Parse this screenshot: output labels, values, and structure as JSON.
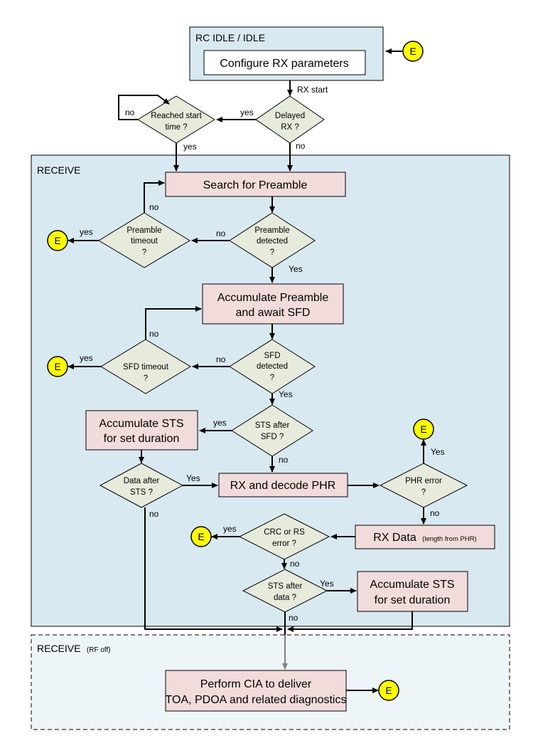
{
  "colors": {
    "receive_bg": "#d9e9f2",
    "receive_rf_bg": "#eef5f9",
    "process_fill": "#f2dcdb",
    "decision_fill": "#e6ebdc",
    "end_fill": "#ffff00",
    "line": "#000000"
  },
  "sections": {
    "idle": "RC IDLE / IDLE",
    "receive": "RECEIVE",
    "receive_rf_main": "RECEIVE",
    "receive_rf_note": "(RF off)"
  },
  "end_label": "E",
  "processes": {
    "configure": "Configure RX parameters",
    "search_preamble": "Search for Preamble",
    "acc_preamble_1": "Accumulate Preamble",
    "acc_preamble_2": "and await SFD",
    "acc_sts1_1": "Accumulate STS",
    "acc_sts1_2": "for set duration",
    "rx_phr": "RX and decode PHR",
    "rx_data_main": "RX Data",
    "rx_data_note": "(length from PHR)",
    "acc_sts2_1": "Accumulate STS",
    "acc_sts2_2": "for set duration",
    "cia_1": "Perform CIA to deliver",
    "cia_2": "TOA, PDOA and related diagnostics"
  },
  "decisions": {
    "delayed_rx_1": "Delayed",
    "delayed_rx_2": "RX ?",
    "reached_1": "Reached start",
    "reached_2": "time ?",
    "preamble_detected_1": "Preamble",
    "preamble_detected_2": "detected",
    "preamble_detected_3": "?",
    "preamble_timeout_1": "Preamble",
    "preamble_timeout_2": "timeout",
    "preamble_timeout_3": "?",
    "sfd_detected_1": "SFD",
    "sfd_detected_2": "detected",
    "sfd_detected_3": "?",
    "sfd_timeout_1": "SFD timeout",
    "sfd_timeout_2": "?",
    "sts_after_sfd_1": "STS after",
    "sts_after_sfd_2": "SFD ?",
    "data_after_sts_1": "Data after",
    "data_after_sts_2": "STS ?",
    "phr_error_1": "PHR error",
    "phr_error_2": "?",
    "crc_rs_1": "CRC or RS",
    "crc_rs_2": "error ?",
    "sts_after_data_1": "STS after",
    "sts_after_data_2": "data ?"
  },
  "edge_labels": {
    "rx_start": "RX start",
    "delayed_yes": "yes",
    "delayed_no": "no",
    "reached_no": "no",
    "reached_yes": "yes",
    "pre_det_no": "no",
    "pre_det_yes": "Yes",
    "pre_to_yes": "yes",
    "pre_to_no": "no",
    "sfd_det_no": "no",
    "sfd_det_yes": "Yes",
    "sfd_to_yes": "yes",
    "sfd_to_no": "no",
    "sts_sfd_yes": "yes",
    "sts_sfd_no": "no",
    "data_sts_yes": "Yes",
    "data_sts_no": "no",
    "phr_yes": "Yes",
    "phr_no": "no",
    "crc_yes": "yes",
    "crc_no": "no",
    "sts_data_yes": "Yes",
    "sts_data_no": "no"
  }
}
